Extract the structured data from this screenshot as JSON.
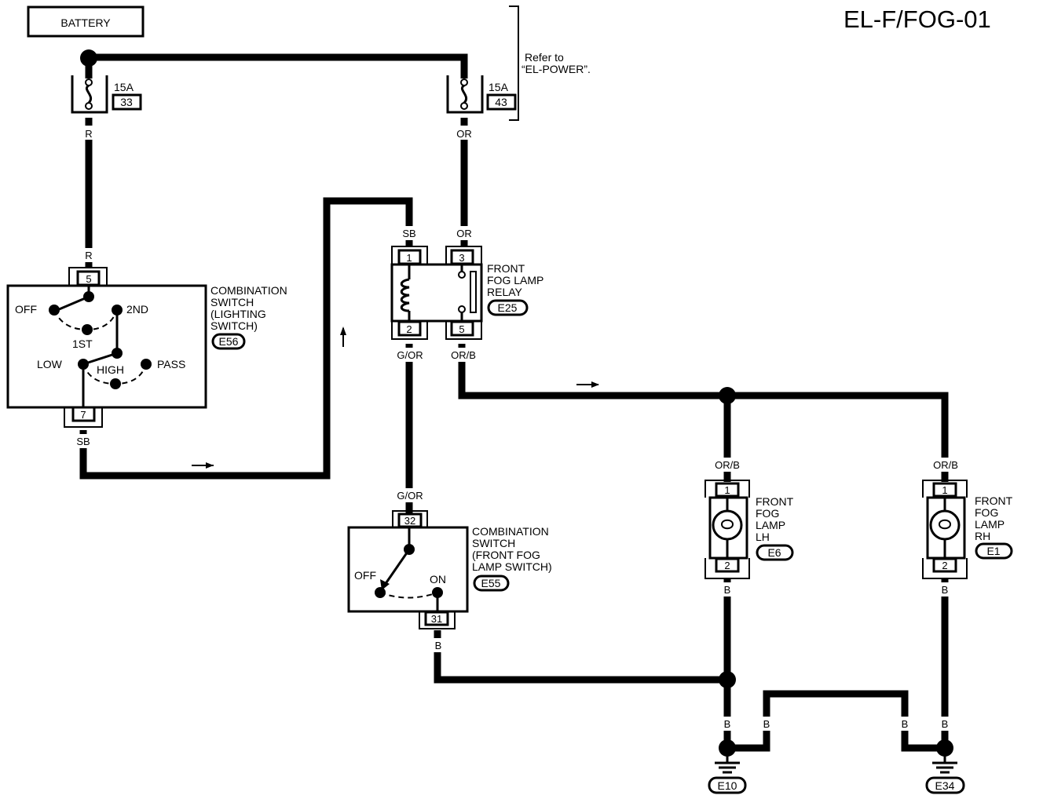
{
  "title": "EL-F/FOG-01",
  "battery": "BATTERY",
  "note": [
    "Refer to",
    "“EL-POWER”."
  ],
  "fuses": [
    {
      "rating": "15A",
      "number": "33"
    },
    {
      "rating": "15A",
      "number": "43"
    }
  ],
  "wire_colors": {
    "r_top": "R",
    "or_top": "OR",
    "r_mid": "R",
    "sb_relay": "SB",
    "or_relay": "OR",
    "g_or_relay": "G/OR",
    "or_b_relay": "OR/B",
    "sb_switch": "SB",
    "g_or_fog": "G/OR",
    "b_fog": "B",
    "or_b_lh": "OR/B",
    "or_b_rh": "OR/B",
    "b_lh": "B",
    "b_rh": "B",
    "b_g1": "B",
    "b_j1": "B",
    "b_j2": "B",
    "b_g2": "B"
  },
  "lighting_switch": {
    "name": [
      "COMBINATION",
      "SWITCH",
      "(LIGHTING",
      "SWITCH)"
    ],
    "connector": "E56",
    "pin_top": "5",
    "pin_bottom": "7",
    "positions": {
      "off": "OFF",
      "second": "2ND",
      "first": "1ST",
      "low": "LOW",
      "high": "HIGH",
      "pass": "PASS"
    }
  },
  "relay": {
    "name": [
      "FRONT",
      "FOG LAMP",
      "RELAY"
    ],
    "connector": "E25",
    "pins": [
      "1",
      "3",
      "2",
      "5"
    ]
  },
  "fog_switch": {
    "name": [
      "COMBINATION",
      "SWITCH",
      "(FRONT FOG",
      "LAMP SWITCH)"
    ],
    "connector": "E55",
    "pin_top": "32",
    "pin_bottom": "31",
    "positions": {
      "off": "OFF",
      "on": "ON"
    }
  },
  "fog_lh": {
    "name": [
      "FRONT",
      "FOG",
      "LAMP",
      "LH"
    ],
    "connector": "E6",
    "pins": [
      "1",
      "2"
    ]
  },
  "fog_rh": {
    "name": [
      "FRONT",
      "FOG",
      "LAMP",
      "RH"
    ],
    "connector": "E1",
    "pins": [
      "1",
      "2"
    ]
  },
  "grounds": [
    "E10",
    "E34"
  ]
}
